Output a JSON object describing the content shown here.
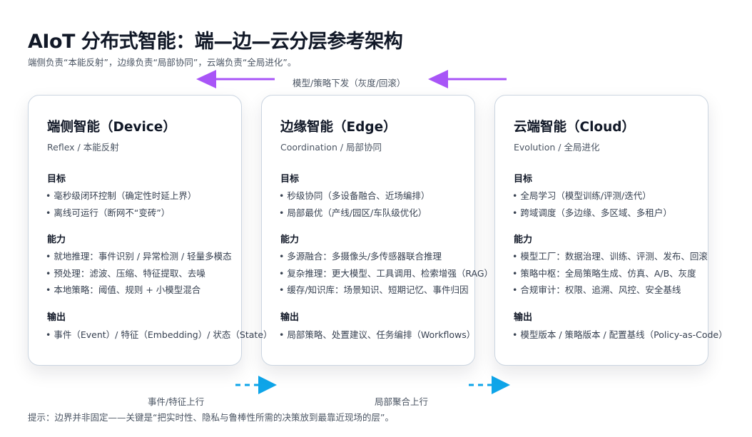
{
  "header": {
    "title": "AIoT 分布式智能：端—边—云分层参考架构",
    "subtitle": "端侧负责“本能反射”，边缘负责“局部协同”，云端负责“全局进化”。"
  },
  "flows": {
    "downlink": "模型/策略下发（灰度/回滚）",
    "uplink_device": "事件/特征上行",
    "uplink_edge": "局部聚合上行",
    "down_color": "#a855f7",
    "up_color": "#0ea5e9"
  },
  "cards": [
    {
      "title": "端侧智能（Device）",
      "subtitle": "Reflex / 本能反射",
      "goal_h": "目标",
      "goals": [
        "• 毫秒级闭环控制（确定性时延上界）",
        "• 离线可运行（断网不“变砖”）"
      ],
      "cap_h": "能力",
      "caps": [
        "• 就地推理：事件识别 / 异常检测 / 轻量多模态",
        "• 预处理：滤波、压缩、特征提取、去噪",
        "• 本地策略：阈值、规则 + 小模型混合"
      ],
      "out_h": "输出",
      "outs": [
        "• 事件（Event）/ 特征（Embedding）/ 状态（State）"
      ]
    },
    {
      "title": "边缘智能（Edge）",
      "subtitle": "Coordination / 局部协同",
      "goal_h": "目标",
      "goals": [
        "• 秒级协同（多设备融合、近场编排）",
        "• 局部最优（产线/园区/车队级优化）"
      ],
      "cap_h": "能力",
      "caps": [
        "• 多源融合：多摄像头/多传感器联合推理",
        "• 复杂推理：更大模型、工具调用、检索增强（RAG）",
        "• 缓存/知识库：场景知识、短期记忆、事件归因"
      ],
      "out_h": "输出",
      "outs": [
        "• 局部策略、处置建议、任务编排（Workflows）"
      ]
    },
    {
      "title": "云端智能（Cloud）",
      "subtitle": "Evolution / 全局进化",
      "goal_h": "目标",
      "goals": [
        "• 全局学习（模型训练/评测/迭代）",
        "• 跨域调度（多边缘、多区域、多租户）"
      ],
      "cap_h": "能力",
      "caps": [
        "• 模型工厂：数据治理、训练、评测、发布、回滚",
        "• 策略中枢：全局策略生成、仿真、A/B、灰度",
        "• 合规审计：权限、追溯、风控、安全基线"
      ],
      "out_h": "输出",
      "outs": [
        "• 模型版本 / 策略版本 / 配置基线（Policy-as-Code）"
      ]
    }
  ],
  "footer": {
    "hint": "提示：边界并非固定——关键是“把实时性、隐私与鲁棒性所需的决策放到最靠近现场的层”。"
  }
}
